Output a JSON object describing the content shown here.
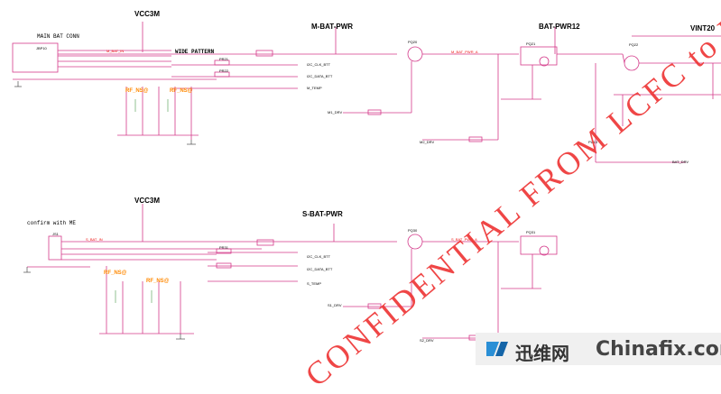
{
  "nets": {
    "vcc3m_top": "VCC3M",
    "vcc3m_bottom": "VCC3M",
    "m_bat_pwr": "M-BAT-PWR",
    "bat_pwr12": "BAT-PWR12",
    "vint20": "VINT20",
    "s_bat_pwr": "S-BAT-PWR"
  },
  "labels": {
    "main_bat_conn": "MAIN BAT CONN",
    "wide_pattern": "WIDE PATTERN",
    "confirm_me": "confirm with ME",
    "rf_ns_1": "RF_NS@",
    "rf_ns_2": "RF_NS@",
    "rf_ns_3": "RF_NS@",
    "rf_ns_4": "RF_NS@"
  },
  "signals": {
    "m_bat_in": "M_BAT_IN",
    "i2c_clk_btt": "I2C_CLK_BTT",
    "i2c_data_btt": "I2C_DATA_BTT",
    "m_temp": "M_TEMP",
    "m1_drv": "M1_DRV",
    "m2_drv": "M2_DRV",
    "bat_drv": "BAT_DRV",
    "s_bat_in": "S_BAT_IN",
    "s_i2c_clk": "I2C_CLK_BTT",
    "s_i2c_data": "I2C_DATA_BTT",
    "s_temp": "S_TEMP",
    "s1_drv": "S1_DRV",
    "s2_drv": "S2_DRV",
    "m_bat_pwr_a": "M_BAT_PWR_A",
    "s_bat_pwr_a": "S_BAT_PWR_A"
  },
  "refdes": {
    "jp1": "JBP10",
    "pr1": "PR21",
    "pr2": "PR22",
    "pq1": "PQ20",
    "pq2": "PQ21",
    "pq3": "PQ22",
    "pu1": "PU13",
    "js1": "JS1",
    "pr3": "PR31",
    "pq4": "PQ30",
    "pq5": "PQ31"
  },
  "watermark": "CONFIDENTIAL FROM LCFC to LENOVO",
  "logo": {
    "cn": "迅维网",
    "en": "Chinafix.com"
  },
  "colors": {
    "wire": "#d43a8a",
    "text_red": "#e11111",
    "orange": "#ff8800",
    "black": "#000000"
  }
}
